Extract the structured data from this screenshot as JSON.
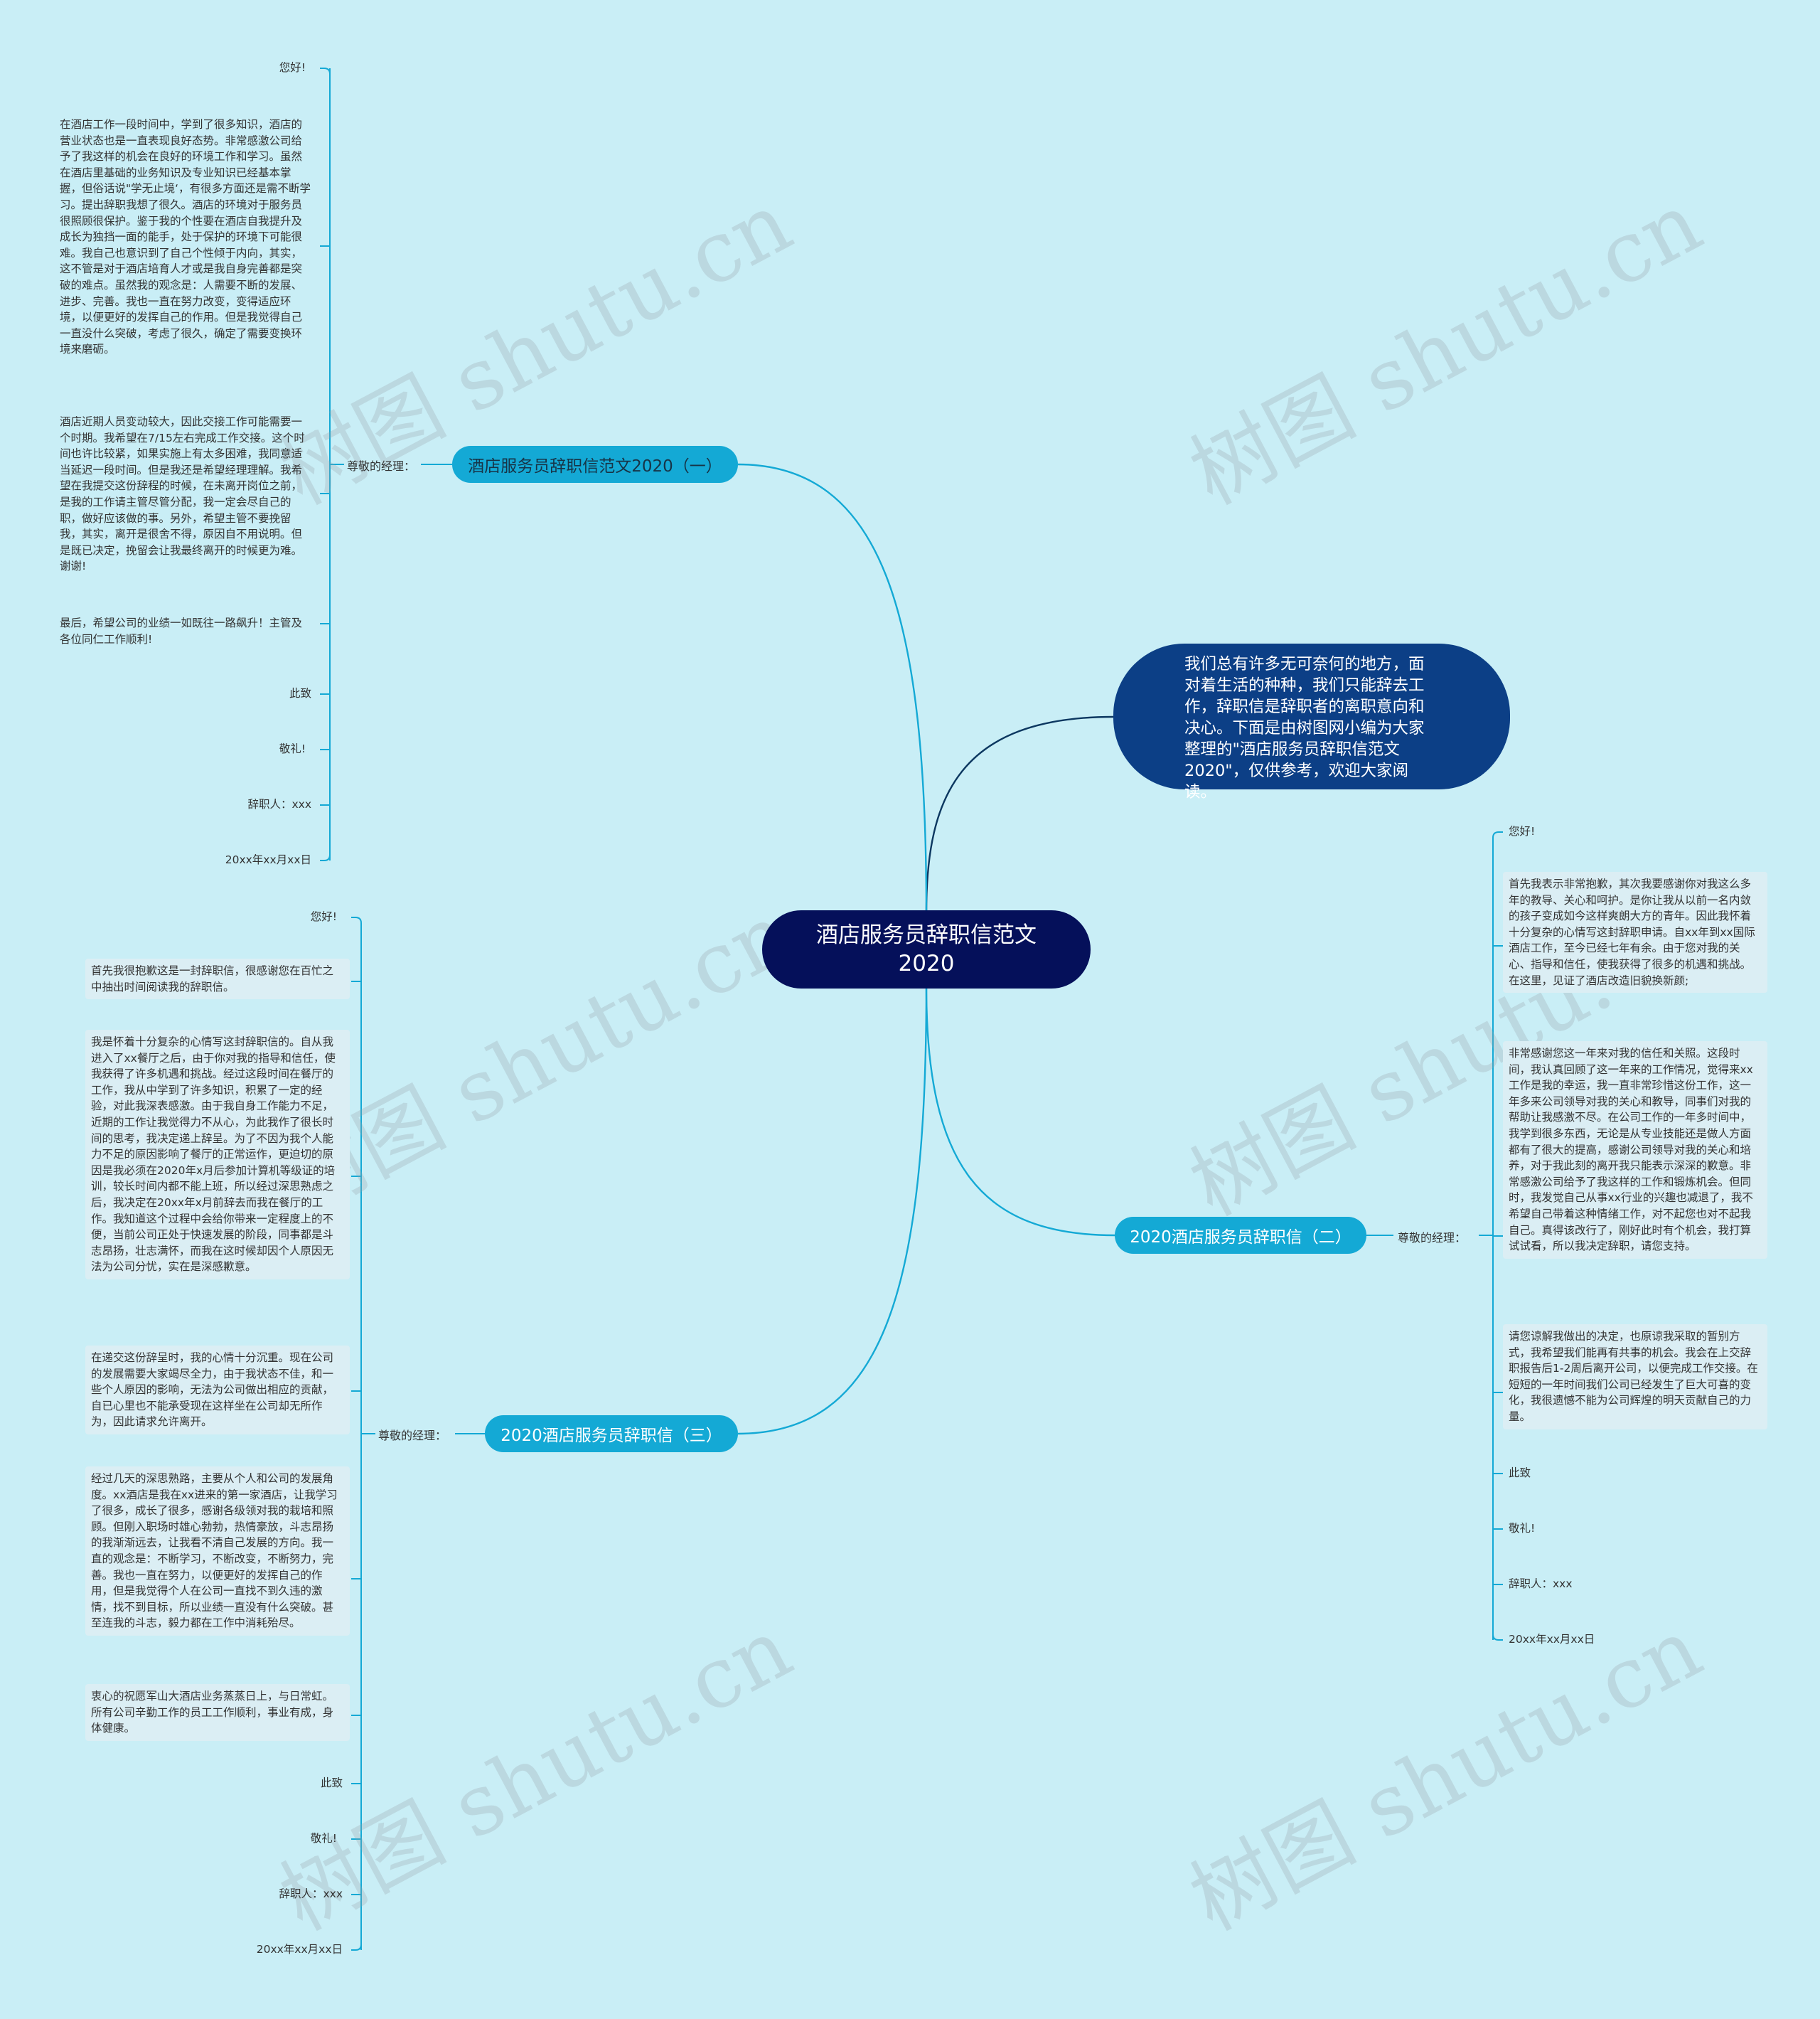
{
  "root": {
    "title": "酒店服务员辞职信范文2020"
  },
  "intro": {
    "text": "我们总有许多无可奈何的地方，面对着生活的种种，我们只能辞去工作，辞职信是辞职者的离职意向和决心。下面是由树图网小编为大家整理的\"酒店服务员辞职信范文2020\"，仅供参考，欢迎大家阅读。"
  },
  "watermark": "树图 shutu.cn",
  "branch1": {
    "title": "酒店服务员辞职信范文2020（一）",
    "label": "尊敬的经理：",
    "items": [
      "您好!",
      "在酒店工作一段时间中，学到了很多知识，酒店的营业状态也是一直表现良好态势。非常感激公司给予了我这样的机会在良好的环境工作和学习。虽然在酒店里基础的业务知识及专业知识已经基本掌握，但俗话说\"学无止境‘，有很多方面还是需不断学习。提出辞职我想了很久。酒店的环境对于服务员很照顾很保护。鉴于我的个性要在酒店自我提升及成长为独挡一面的能手，处于保护的环境下可能很难。我自己也意识到了自己个性倾于内向，其实，这不管是对于酒店培育人才或是我自身完善都是突破的难点。虽然我的观念是：人需要不断的发展、进步、完善。我也一直在努力改变，变得适应环境，以便更好的发挥自己的作用。但是我觉得自己一直没什么突破，考虑了很久，确定了需要变换环境来磨砺。",
      "酒店近期人员变动较大，因此交接工作可能需要一个时期。我希望在7/15左右完成工作交接。这个时间也许比较紧，如果实施上有太多困难，我同意适当延迟一段时间。但是我还是希望经理理解。我希望在我提交这份辞程的时候，在未离开岗位之前，是我的工作请主管尽管分配，我一定会尽自己的职，做好应该做的事。另外，希望主管不要挽留我，其实，离开是很舍不得，原因自不用说明。但是既已决定，挽留会让我最终离开的时候更为难。谢谢!",
      "最后，希望公司的业绩一如既往一路飙升！主管及各位同仁工作顺利!",
      "此致",
      "敬礼!",
      "辞职人：xxx",
      "20xx年xx月xx日"
    ]
  },
  "branch2": {
    "title": "2020酒店服务员辞职信（二）",
    "label": "尊敬的经理：",
    "items": [
      "您好!",
      "首先我表示非常抱歉，其次我要感谢你对我这么多年的教导、关心和呵护。是你让我从以前一名内敛的孩子变成如今这样爽朗大方的青年。因此我怀着十分复杂的心情写这封辞职申请。自xx年到xx国际酒店工作，至今已经七年有余。由于您对我的关心、指导和信任，使我获得了很多的机遇和挑战。在这里，见证了酒店改造旧貌换新颜;",
      "非常感谢您这一年来对我的信任和关照。这段时间，我认真回顾了这一年来的工作情况，觉得来xx工作是我的幸运，我一直非常珍惜这份工作，这一年多来公司领导对我的关心和教导，同事们对我的帮助让我感激不尽。在公司工作的一年多时间中，我学到很多东西，无论是从专业技能还是做人方面都有了很大的提高，感谢公司领导对我的关心和培养，对于我此刻的离开我只能表示深深的歉意。非常感激公司给予了我这样的工作和锻炼机会。但同时，我发觉自己从事xx行业的兴趣也减退了，我不希望自己带着这种情绪工作，对不起您也对不起我自己。真得该改行了，刚好此时有个机会，我打算试试看，所以我决定辞职，请您支持。",
      "请您谅解我做出的决定，也原谅我采取的暂别方式，我希望我们能再有共事的机会。我会在上交辞职报告后1-2周后离开公司，以便完成工作交接。在短短的一年时间我们公司已经发生了巨大可喜的变化，我很遗憾不能为公司辉煌的明天贡献自己的力量。",
      "此致",
      "敬礼!",
      "辞职人：xxx",
      "20xx年xx月xx日"
    ]
  },
  "branch3": {
    "title": "2020酒店服务员辞职信（三）",
    "label": "尊敬的经理：",
    "items": [
      "您好!",
      "首先我很抱歉这是一封辞职信，很感谢您在百忙之中抽出时间阅读我的辞职信。",
      "我是怀着十分复杂的心情写这封辞职信的。自从我进入了xx餐厅之后，由于你对我的指导和信任，使我获得了许多机遇和挑战。经过这段时间在餐厅的工作，我从中学到了许多知识，积累了一定的经验，对此我深表感激。由于我自身工作能力不足，近期的工作让我觉得力不从心，为此我作了很长时间的思考，我决定递上辞呈。为了不因为我个人能力不足的原因影响了餐厅的正常运作，更迫切的原因是我必须在2020年x月后参加计算机等级证的培训，较长时间内都不能上班，所以经过深思熟虑之后，我决定在20xx年x月前辞去而我在餐厅的工作。我知道这个过程中会给你带来一定程度上的不便，当前公司正处于快速发展的阶段，同事都是斗志昂扬，壮志满怀，而我在这时候却因个人原因无法为公司分忧，实在是深感歉意。",
      "在递交这份辞呈时，我的心情十分沉重。现在公司的发展需要大家竭尽全力，由于我状态不佳，和一些个人原因的影响，无法为公司做出相应的贡献，自已心里也不能承受现在这样坐在公司却无所作为，因此请求允许离开。",
      "经过几天的深思熟路，主要从个人和公司的发展角度。xx酒店是我在xx进来的第一家酒店，让我学习了很多，成长了很多，感谢各级领对我的栽培和照顾。但刚入职场时雄心勃勃，热情豪放，斗志昂扬的我渐渐远去，让我看不清自己发展的方向。我一直的观念是：不断学习，不断改变，不断努力，完善。我也一直在努力，以便更好的发挥自己的作用，但是我觉得个人在公司一直找不到久违的激情，找不到目标，所以业绩一直没有什么突破。甚至连我的斗志，毅力都在工作中消耗殆尽。",
      "衷心的祝愿军山大酒店业务蒸蒸日上，与日常虹。所有公司辛勤工作的员工工作顺利，事业有成，身体健康。",
      "此致",
      "敬礼!",
      "辞职人：xxx",
      "20xx年xx月xx日"
    ]
  }
}
